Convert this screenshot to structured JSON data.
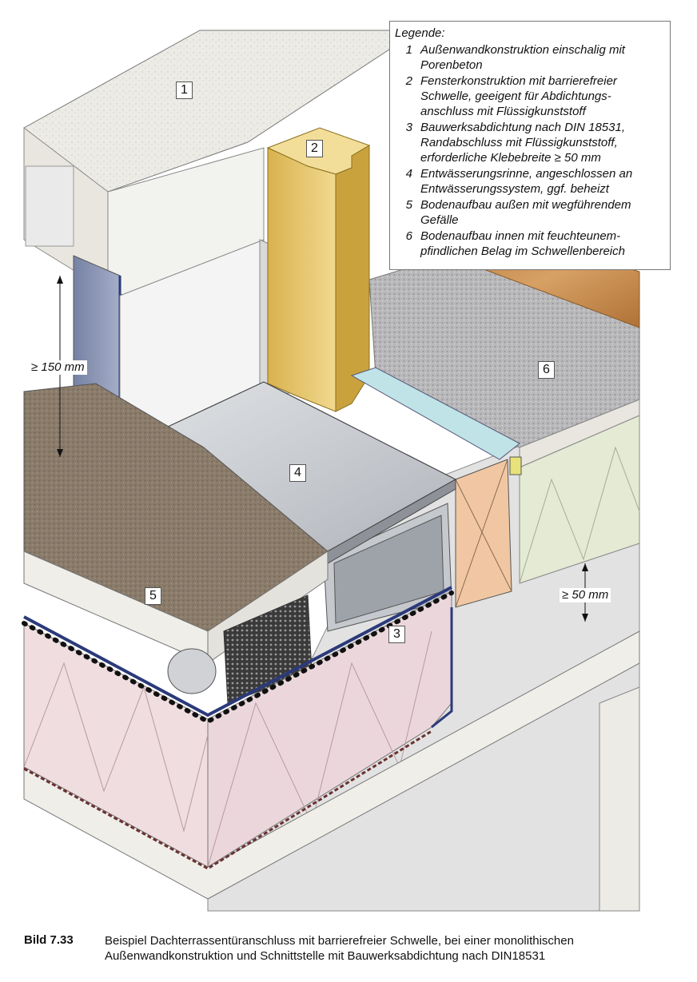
{
  "figure": {
    "labels": {
      "l1": "1",
      "l2": "2",
      "l3": "3",
      "l4": "4",
      "l5": "5",
      "l6": "6"
    },
    "dimensions": {
      "min150": "≥ 150 mm",
      "min50": "≥ 50 mm"
    },
    "colors": {
      "wall_concrete": "#e9e7e1",
      "window_frame": "#e6c565",
      "sealing_membrane": "#2b3a7a",
      "drainage_grate": "#c9ccd0",
      "floor_outside": "#8c7d6b",
      "floor_inside": "#b6b6b8",
      "wood_floor": "#c78b4a",
      "insulation_pink": "#efdde0",
      "insulation_green": "#e4ead4",
      "blue_panel": "#8590b0"
    }
  },
  "legend": {
    "title": "Legende:",
    "items": [
      {
        "n": "1",
        "text": "Außenwandkonstruktion einschalig mit\nPorenbeton"
      },
      {
        "n": "2",
        "text": "Fensterkonstruktion mit barrierefreier\nSchwelle, geeigent für Abdichtungs-\nanschluss mit Flüssigkunststoff"
      },
      {
        "n": "3",
        "text": "Bauwerksabdichtung nach DIN 18531,\nRandabschluss mit Flüssigkunststoff,\nerforderliche Klebebreite ≥ 50 mm"
      },
      {
        "n": "4",
        "text": "Entwässerungsrinne, angeschlossen an\nEntwässerungssystem, ggf. beheizt"
      },
      {
        "n": "5",
        "text": "Bodenaufbau außen mit wegführendem\nGefälle"
      },
      {
        "n": "6",
        "text": "Bodenaufbau innen mit feuchteunem-\npfindlichen Belag im Schwellenbereich"
      }
    ]
  },
  "caption": {
    "label": "Bild 7.33",
    "text": "Beispiel Dachterrassentüranschluss mit barrierefreier Schwelle, bei einer monolithischen\nAußenwandkonstruktion und Schnittstelle mit Bauwerksabdichtung nach DIN18531"
  }
}
